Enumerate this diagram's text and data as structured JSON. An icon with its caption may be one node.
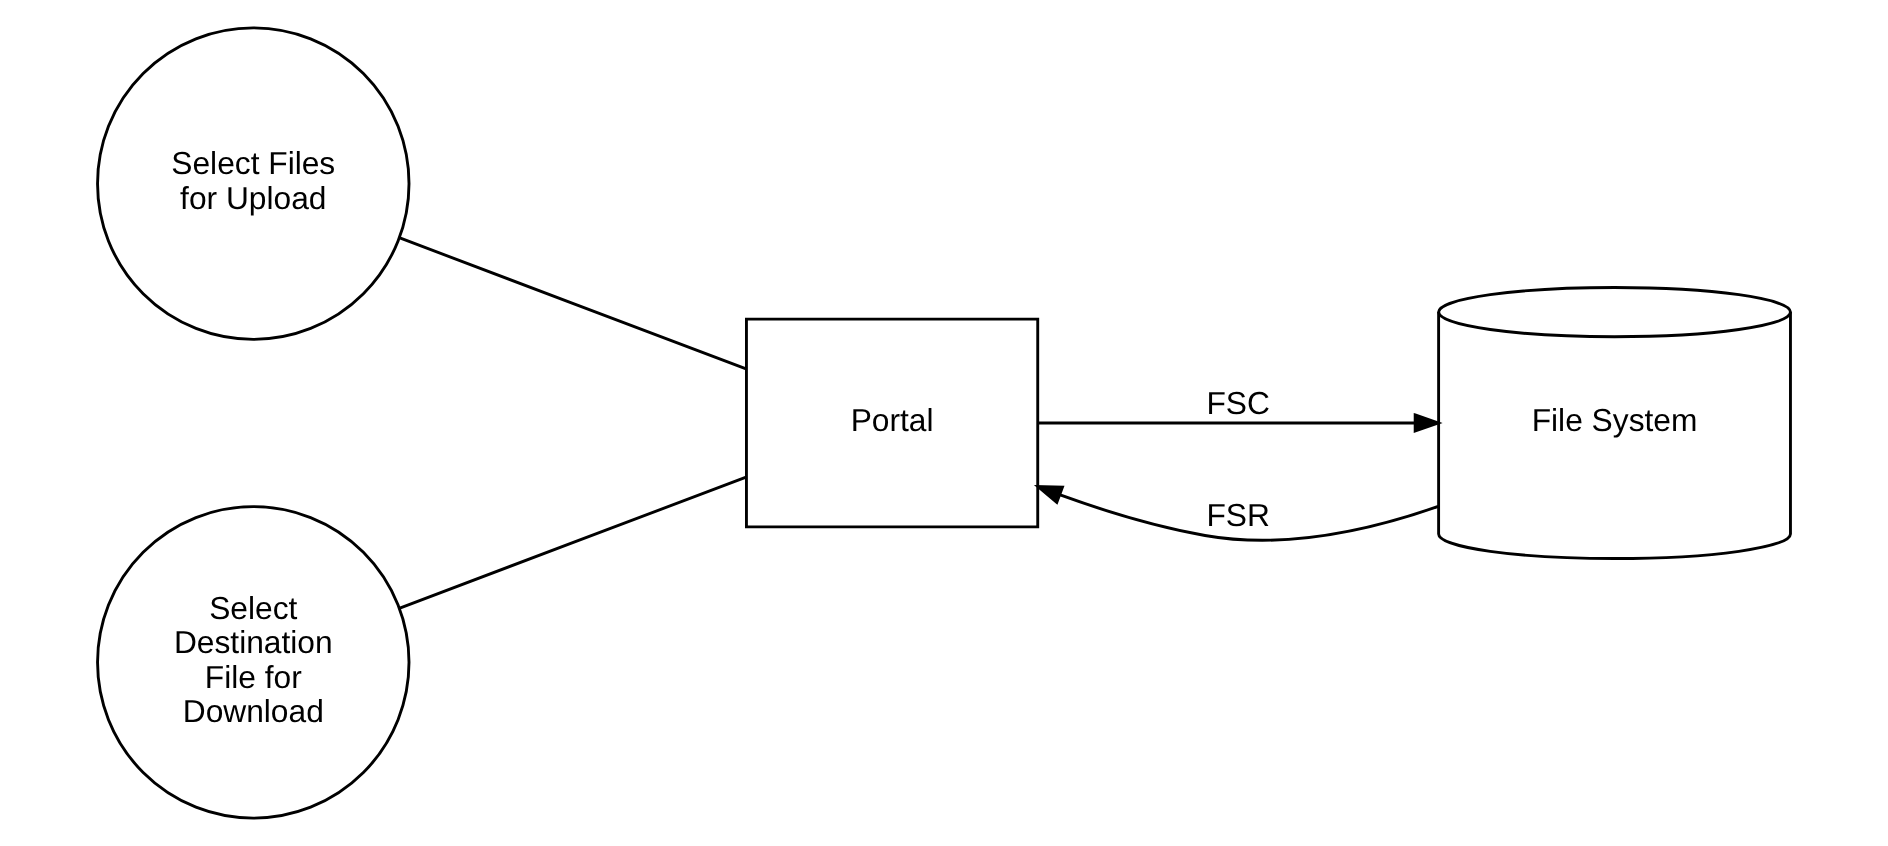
{
  "diagram": {
    "nodes": [
      {
        "text": [
          "Select Files for Upload"
        ]
      },
      {
        "text": [
          "Select Destination File for Download"
        ]
      },
      {
        "text": [
          "Portal"
        ]
      },
      {
        "text": [
          "File System"
        ]
      }
    ],
    "edges": [
      {
        "from": 0,
        "to": 2,
        "arrow": "none"
      },
      {
        "from": 1,
        "to": 2,
        "arrow": "none"
      },
      {
        "from": 3,
        "to": 2,
        "arrow": "to",
        "label": "FSR"
      },
      {
        "from": 2,
        "to": 3,
        "arrow": "to",
        "label": "FSC"
      }
    ]
  }
}
